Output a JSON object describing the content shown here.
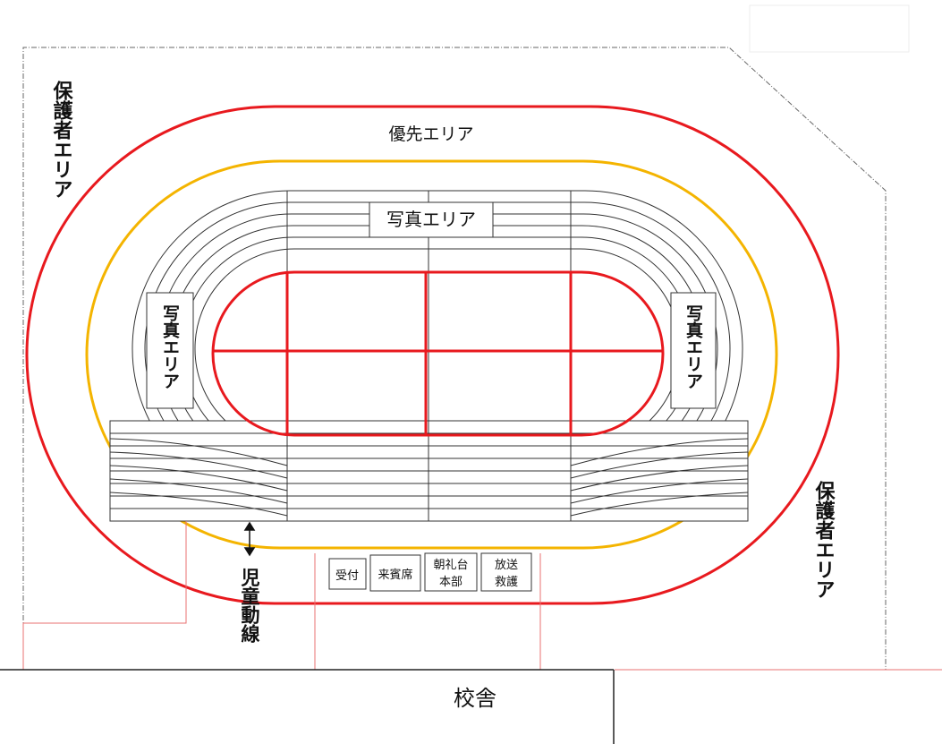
{
  "labels": {
    "priority_area": "優先エリア",
    "photo_area_top": "写真エリア",
    "photo_area_left": "写真エリア",
    "photo_area_right": "写真エリア",
    "guardian_area_left": "保護者エリア",
    "guardian_area_right": "保護者エリア",
    "child_route": "児童動線",
    "school_building": "校舎",
    "tents": {
      "reception": "受付",
      "guest_seats": "来賓席",
      "podium_hq": [
        "朝礼台",
        "本部"
      ],
      "broadcast_rescue": [
        "放送",
        "救護"
      ]
    }
  },
  "colors": {
    "priority_ring": "#e8191e",
    "photo_ring": "#f4b400",
    "field_lines": "#e8191e",
    "track_lines": "#333333",
    "boundary": "#666666",
    "guide_lines": "#e87070"
  }
}
